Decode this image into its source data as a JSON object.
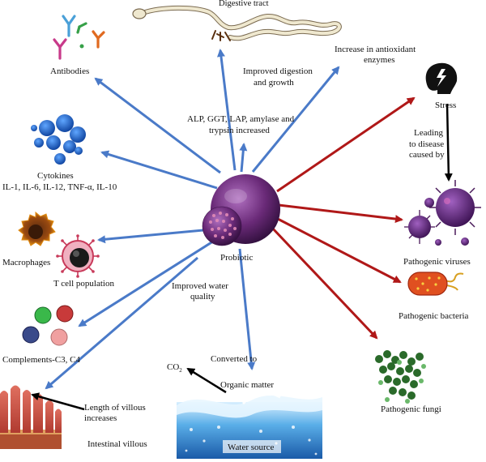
{
  "center": {
    "label": "Probiotic"
  },
  "labels": {
    "digestive_tract": "Digestive tract",
    "improved_digestion_line1": "Improved digestion",
    "improved_digestion_line2": "and growth",
    "enzymes_line1": "ALP, GGT, LAP, amylase and",
    "enzymes_line2": "trypsin increased",
    "antioxidant_line1": "Increase in antioxidant",
    "antioxidant_line2": "enzymes",
    "antibodies": "Antibodies",
    "cytokines_line1": "Cytokines",
    "cytokines_line2": "IL-1, IL-6, IL-12, TNF-α, IL-10",
    "macrophages": "Macrophages",
    "t_cell": "T cell population",
    "complements": "Complements-C3, C4",
    "villous_line1": "Length of villous",
    "villous_line2": "increases",
    "intestinal_villous": "Intestinal villous",
    "water_quality_line1": "Improved water",
    "water_quality_line2": "quality",
    "converted_to": "Converted to",
    "co2": "CO",
    "co2_sub": "2",
    "organic_matter": "Organic matter",
    "water_source": "Water source",
    "stress": "Stress",
    "leading_line1": "Leading",
    "leading_line2": "to disease",
    "leading_line3": "caused by",
    "pathogenic_viruses": "Pathogenic viruses",
    "pathogenic_bacteria": "Pathogenic bacteria",
    "pathogenic_fungi": "Pathogenic fungi"
  },
  "colors": {
    "benefit_arrow": "#4a7ac8",
    "pathogen_arrow": "#b01818",
    "probiotic": "#6a2a78"
  }
}
